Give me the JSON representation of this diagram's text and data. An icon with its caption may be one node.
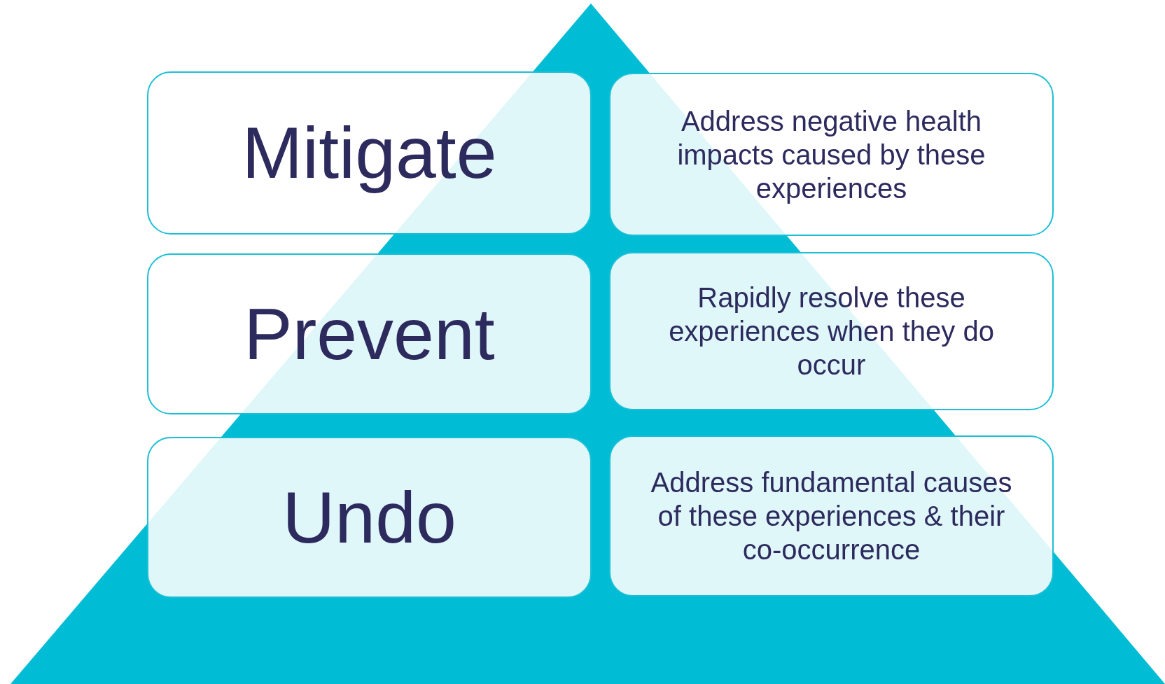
{
  "diagram": {
    "nodes": [
      {
        "text": [
          "Mitigate"
        ]
      },
      {
        "text": [
          "Address negative health impacts caused by these experiences"
        ]
      },
      {
        "text": [
          "Prevent"
        ]
      },
      {
        "text": [
          "Rapidly resolve these experiences when they do occur"
        ]
      },
      {
        "text": [
          "Undo"
        ]
      },
      {
        "text": [
          "Address fundamental causes of these experiences & their co-occurrence"
        ]
      }
    ]
  }
}
